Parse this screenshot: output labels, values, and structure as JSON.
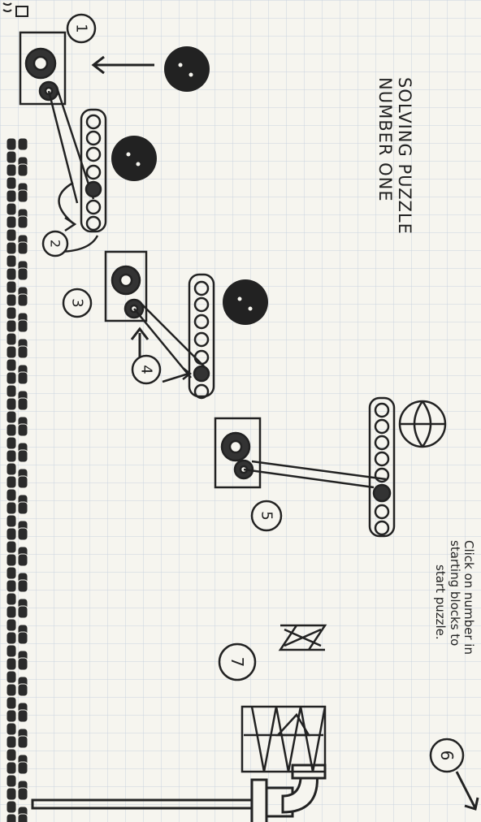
{
  "title": {
    "line1": "SOLVING PUZZLE",
    "line2": "NUMBER ONE"
  },
  "instruction": {
    "line1": "Click on number in",
    "line2": "starting blocks to",
    "line3": "start puzzle."
  },
  "step_labels": [
    "1",
    "2",
    "3",
    "4",
    "5",
    "6",
    "7"
  ],
  "colors": {
    "paper": "#f6f5ef",
    "grid": "#c9d3df",
    "ink": "#222222"
  },
  "icons": {
    "arrow": "arrow-icon",
    "gear": "gear-icon",
    "ball": "ball-icon",
    "basketball": "basketball-icon",
    "bricks": "brick-wall-icon",
    "pipe": "pipe-icon",
    "ladder": "ladder-icon"
  }
}
